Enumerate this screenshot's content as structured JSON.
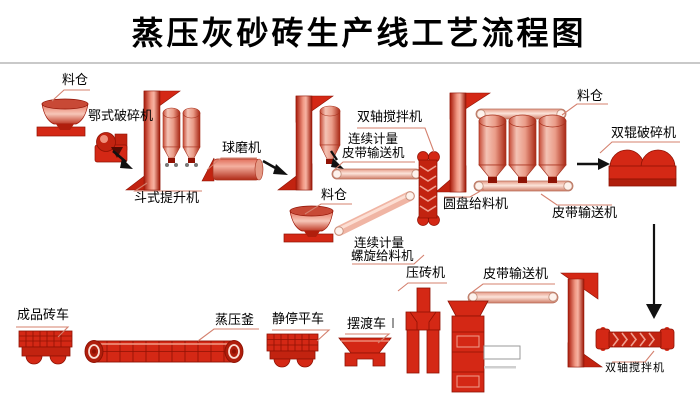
{
  "title": "蒸压灰砂砖生产线工艺流程图",
  "labels": {
    "silo_top_left": "料仓",
    "jaw_crusher": "鄂式破碎机",
    "bucket_elevator": "斗式提升机",
    "ball_mill": "球磨机",
    "twin_shaft_mixer_top": "双轴搅拌机",
    "continuous_metering_belt_line1": "连续计量",
    "continuous_metering_belt_line2": "皮带输送机",
    "silo_middle": "料仓",
    "continuous_metering_screw_line1": "连续计量",
    "continuous_metering_screw_line2": "螺旋给料机",
    "disc_feeder": "圆盘给料机",
    "silo_top_right": "料仓",
    "belt_conveyor_right": "皮带输送机",
    "double_roller_crusher": "双辊破碎机",
    "finished_brick_cart": "成品砖车",
    "autoclave": "蒸压釜",
    "static_curing_cart": "静停平车",
    "ferry_cart": "摆渡车",
    "brick_press": "压砖机",
    "belt_conveyor_bottom": "皮带输送机",
    "twin_shaft_mixer_bottom": "双轴搅拌机"
  },
  "colors": {
    "machine_red": "#d42815",
    "machine_dark": "#8f1204",
    "tube_pink": "#f2b5a4",
    "pointer_line": "#d4806e",
    "title_text": "#000000",
    "divider_gray": "#c9c9c9"
  }
}
